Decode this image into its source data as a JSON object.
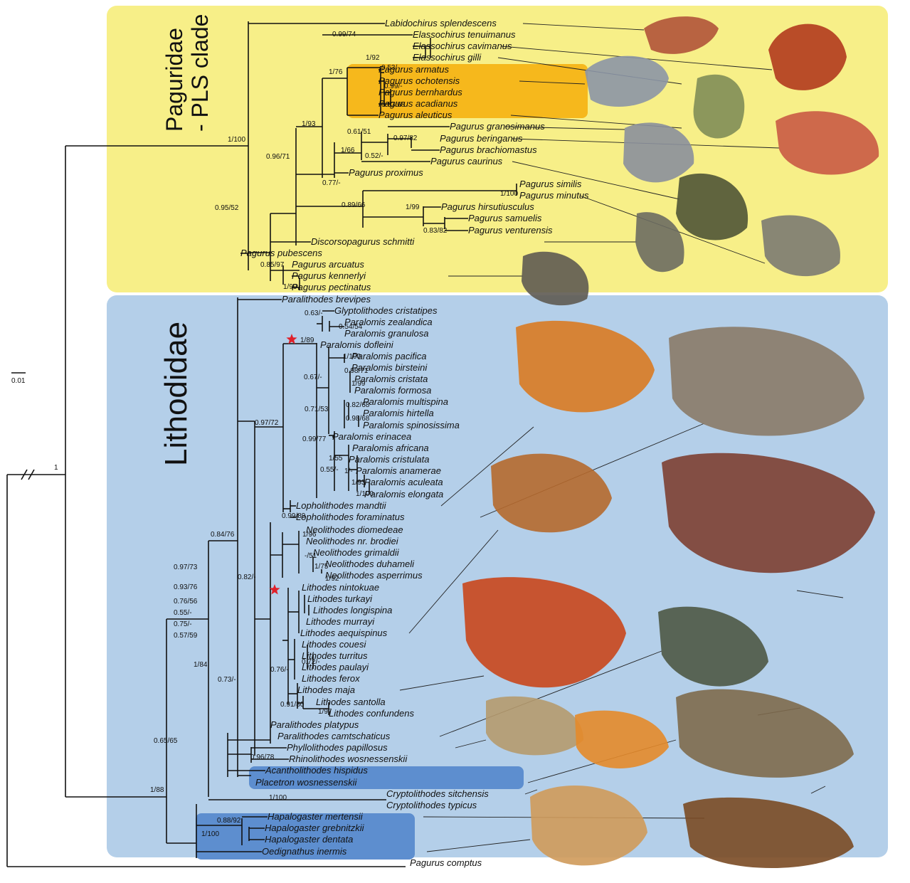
{
  "clades": {
    "paguridae": {
      "title_line1": "Paguridae",
      "title_line2": "- PLS clade",
      "color": "#f7ef88"
    },
    "lithodidae": {
      "title": "Lithodidae",
      "color": "#b4cfe9"
    },
    "highlight_pagurus": {
      "color": "#f6b81c"
    },
    "highlight_dark": {
      "color": "#5d8ecf"
    }
  },
  "scale_bar": {
    "label": "0.01"
  },
  "taxa": [
    "Labidochirus splendescens",
    "Elassochirus tenuimanus",
    "Elassochirus cavimanus",
    "Elassochirus gilli",
    "Pagurus armatus",
    "Pagurus ochotensis",
    "Pagurus bernhardus",
    "Pagurus acadianus",
    "Pagurus aleuticus",
    "Pagurus granosimanus",
    "Pagurus beringanus",
    "Pagurus brachiomastus",
    "Pagurus caurinus",
    "Pagurus proximus",
    "Pagurus similis",
    "Pagurus minutus",
    "Pagurus hirsutiusculus",
    "Pagurus samuelis",
    "Pagurus venturensis",
    "Discorsopagurus schmitti",
    "Pagurus pubescens",
    "Pagurus arcuatus",
    "Pagurus kennerlyi",
    "Pagurus pectinatus",
    "Paralithodes brevipes",
    "Glyptolithodes cristatipes",
    "Paralomis zealandica",
    "Paralomis granulosa",
    "Paralomis dofleini",
    "Paralomis pacifica",
    "Paralomis birsteini",
    "Paralomis cristata",
    "Paralomis formosa",
    "Paralomis multispina",
    "Paralomis hirtella",
    "Paralomis spinosissima",
    "Paralomis erinacea",
    "Paralomis africana",
    "Paralomis cristulata",
    "Paralomis anamerae",
    "Paralomis aculeata",
    "Paralomis elongata",
    "Lopholithodes mandtii",
    "Lopholithodes foraminatus",
    "Neolithodes diomedeae",
    "Neolithodes nr. brodiei",
    "Neolithodes grimaldii",
    "Neolithodes duhameli",
    "Neolithodes asperrimus",
    "Lithodes nintokuae",
    "Lithodes turkayi",
    "Lithodes longispina",
    "Lithodes murrayi",
    "Lithodes aequispinus",
    "Lithodes couesi",
    "Lithodes turritus",
    "Lithodes paulayi",
    "Lithodes ferox",
    "Lithodes maja",
    "Lithodes santolla",
    "Lithodes confundens",
    "Paralithodes platypus",
    "Paralithodes camtschaticus",
    "Phyllolithodes papillosus",
    "Rhinolithodes wosnessenskii",
    "Acantholithodes hispidus",
    "Placetron wosnessenskii",
    "Cryptolithodes sitchensis",
    "Cryptolithodes typicus",
    "Hapalogaster mertensii",
    "Hapalogaster grebnitzkii",
    "Hapalogaster dentata",
    "Oedignathus inermis",
    "Pagurus comptus"
  ],
  "supports": [
    "0.99/74",
    "1/92",
    "0.53/-",
    "0.99/-",
    "0.83/68",
    "1/76",
    "0.61/51",
    "0.97/82",
    "0.52/-",
    "1/66",
    "1/93",
    "0.96/71",
    "0.77/-",
    "1/100",
    "0.89/66",
    "1/99",
    "0.83/82",
    "1/100",
    "0.95/52",
    "0.85/97",
    "1/99",
    "0.63/-",
    "0.54/54",
    "1/89",
    "1/100",
    "0.98/71",
    "1/99",
    "0.67/-",
    "0.82/68",
    "0.98/68",
    "0.71/53",
    "0.99/77",
    "1/55",
    "1/-",
    "0.55/-",
    "1/93",
    "1/100",
    "0.97/72",
    "0.99/89",
    "1/96",
    "-/51",
    "1/75",
    "1/92",
    "0.84/76",
    "0.97/73",
    "0.82/-",
    "0.93/76",
    "0.76/56",
    "0.55/-",
    "0.75/-",
    "0.57/59",
    "0.72/-",
    "0.76/-",
    "0.91/80",
    "1/97",
    "1/84",
    "0.73/-",
    "0.96/78",
    "0.65/65",
    "1/100",
    "0.88/92",
    "1/100",
    "1/88",
    "1"
  ],
  "photos": [
    {
      "name": "labidochirus-photo",
      "color": "#b0533a"
    },
    {
      "name": "elassochirus-photo",
      "color": "#b13a1e"
    },
    {
      "name": "pagurus-armatus-photo",
      "color": "#8b95a6"
    },
    {
      "name": "pagurus-aleuticus-photo",
      "color": "#7f8d58"
    },
    {
      "name": "pagurus-beringanus-photo",
      "color": "#c95a45"
    },
    {
      "name": "pagurus-granosimanus-photo",
      "color": "#8a8f9c"
    },
    {
      "name": "pagurus-caurinus-photo",
      "color": "#4f5436"
    },
    {
      "name": "pagurus-hirsutiusculus-photo",
      "color": "#7b7a72"
    },
    {
      "name": "discorsopagurus-photo",
      "color": "#6b6c62"
    },
    {
      "name": "pagurus-kennerlyi-photo",
      "color": "#5e5a52"
    },
    {
      "name": "paralomis-photo",
      "color": "#d97a22"
    },
    {
      "name": "lopholithodes-photo",
      "color": "#8a7a68"
    },
    {
      "name": "lithodes-aequispinus-photo",
      "color": "#b5692e"
    },
    {
      "name": "paralithodes-photo",
      "color": "#7d3f32"
    },
    {
      "name": "lithodes-maja-photo",
      "color": "#c9461c"
    },
    {
      "name": "rhinolithodes-photo",
      "color": "#4e5845"
    },
    {
      "name": "phyllolithodes-photo",
      "color": "#b59a6e"
    },
    {
      "name": "cryptolithodes-photo",
      "color": "#e4892a"
    },
    {
      "name": "placetron-photo",
      "color": "#7e6a4c"
    },
    {
      "name": "hapalogaster-photo",
      "color": "#7a4a24"
    },
    {
      "name": "oedignathus-photo",
      "color": "#cf9a5a"
    }
  ]
}
